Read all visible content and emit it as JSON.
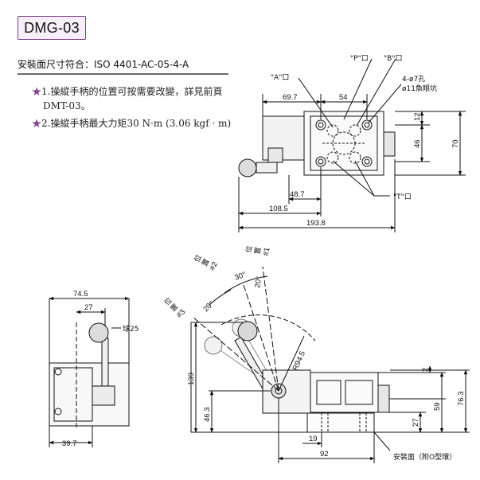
{
  "title": "DMG-03",
  "standard": "安裝面尺寸符合：ISO 4401-AC-05-4-A",
  "notes": [
    {
      "star": "★",
      "line1": "1.操縱手柄的位置可按需要改變，詳見前頁",
      "line2": "DMT-03。"
    },
    {
      "star": "★",
      "line1": "2.操縱手柄最大力矩30 N·m (3.06 kgf · m)",
      "line2": ""
    }
  ],
  "top_view": {
    "port_a": "\"A\"口",
    "port_p": "\"P\"口",
    "port_b": "\"B\"口",
    "port_t": "\"T\"口",
    "holes": "4-ø7孔",
    "counterbore": "ø11魚眼坑",
    "dims": {
      "d69_7": "69.7",
      "d54": "54",
      "d12": "12",
      "d46": "46",
      "d70": "70",
      "d48_7": "48.7",
      "d108_5": "108.5",
      "d193_8": "193.8"
    }
  },
  "side_view": {
    "ball_label": "球25",
    "dims": {
      "d74_5": "74.5",
      "d27": "27",
      "d39_7": "39.7"
    }
  },
  "front_view": {
    "pos1_line1": "位",
    "pos1_line2": "置",
    "pos1_line3": "#1",
    "pos2_line1": "位",
    "pos2_line2": "置",
    "pos2_line3": "#2",
    "pos3_line1": "位",
    "pos3_line2": "置",
    "pos3_line3": "#3",
    "angle_30": "30°",
    "angle_20a": "20°",
    "angle_20b": "20°",
    "radius": "R94.5",
    "mount_face": "安裝面（附O型環）",
    "dims": {
      "d139": "139",
      "d46_3": "46.3",
      "d2": "2",
      "d27": "27",
      "d59": "59",
      "d76_3": "76.3",
      "d19": "19",
      "d92": "92"
    }
  }
}
